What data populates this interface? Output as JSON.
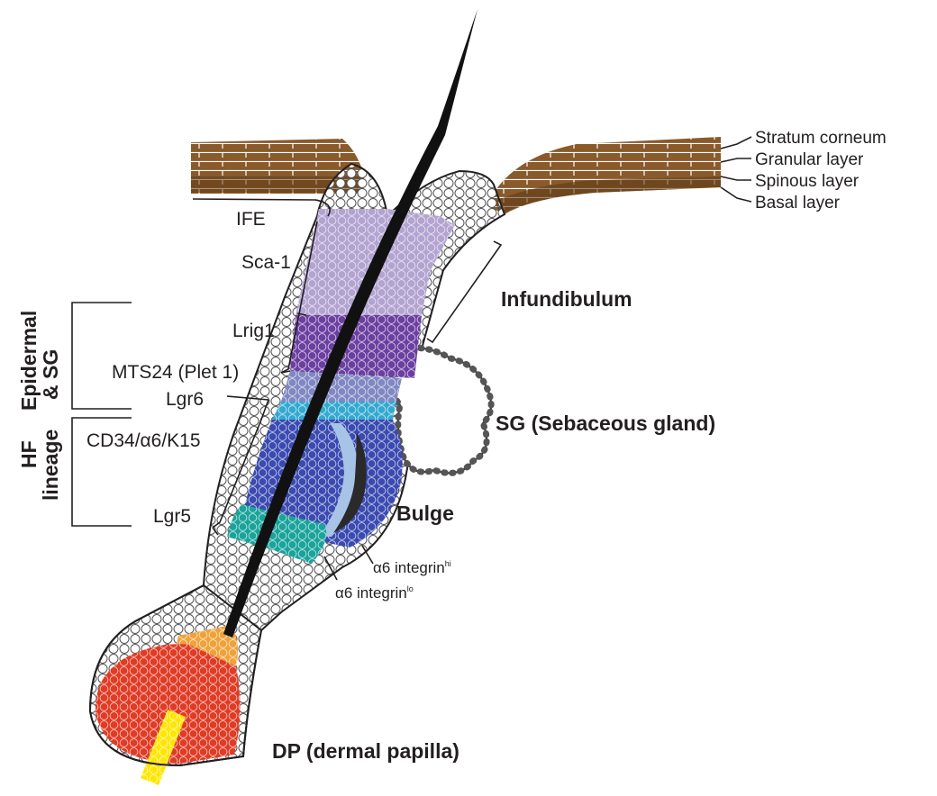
{
  "figure": {
    "skin_layers": [
      "Stratum corneum",
      "Granular layer",
      "Spinous layer",
      "Basal layer"
    ],
    "markers": {
      "ife": "IFE",
      "sca1": "Sca-1",
      "lrig1": "Lrig1",
      "mts24": "MTS24 (Plet 1)",
      "lgr6": "Lgr6",
      "cd34": "CD34/α6/K15",
      "lgr5": "Lgr5"
    },
    "structures": {
      "infundibulum": "Infundibulum",
      "sg": "SG (Sebaceous gland)",
      "bulge": "Bulge",
      "dp": "DP (dermal papilla)"
    },
    "integrin_hi": {
      "text": "α6 integrin",
      "sup": "hi"
    },
    "integrin_lo": {
      "text": "α6 integrin",
      "sup": "lo"
    },
    "side_groups": [
      {
        "line1": "Epidermal",
        "line2": "& SG"
      },
      {
        "line1": "HF",
        "line2": "lineage"
      }
    ],
    "colors": {
      "skin_brown": "#8a5a2b",
      "skin_dark": "#5e3a15",
      "lavender": "#b2a3d1",
      "purple": "#6b3fa0",
      "slate": "#7f88c2",
      "cyan": "#33a9cf",
      "navy": "#3a4ab0",
      "light_blue": "#a7c4e6",
      "teal": "#1aa39a",
      "orange": "#f0a23a",
      "red": "#e03b24",
      "yellow": "#ffe600"
    }
  }
}
